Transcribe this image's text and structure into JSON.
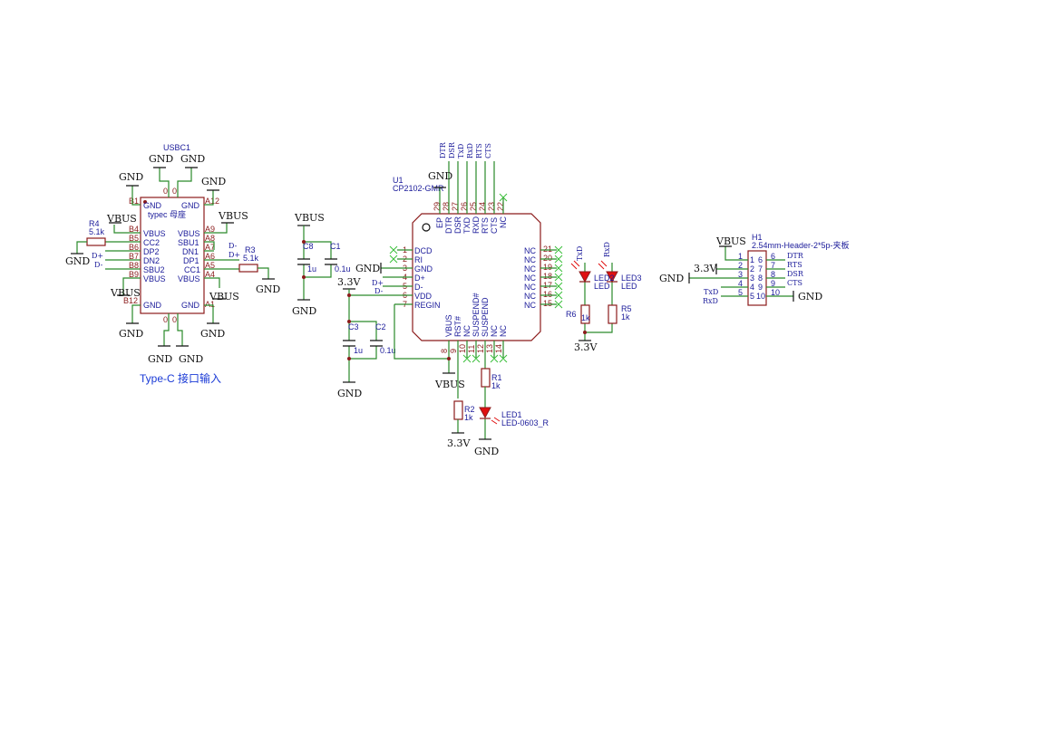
{
  "usbc": {
    "ref": "USBC1",
    "value": "typec 母座",
    "caption": "Type-C 接口输入",
    "pins_left": [
      {
        "num": "B4",
        "name": "VBUS"
      },
      {
        "num": "B5",
        "name": "CC2"
      },
      {
        "num": "B6",
        "name": "DP2"
      },
      {
        "num": "B7",
        "name": "DN2"
      },
      {
        "num": "B8",
        "name": "SBU2"
      },
      {
        "num": "B9",
        "name": "VBUS"
      }
    ],
    "pins_right": [
      {
        "num": "A9",
        "name": "VBUS"
      },
      {
        "num": "A8",
        "name": "SBU1"
      },
      {
        "num": "A7",
        "name": "DN1"
      },
      {
        "num": "A6",
        "name": "DP1"
      },
      {
        "num": "A5",
        "name": "CC1"
      },
      {
        "num": "A4",
        "name": "VBUS"
      }
    ],
    "corners": {
      "tl": "B1",
      "tr": "A12",
      "bl": "B12",
      "br": "A1",
      "gnd": "GND"
    },
    "shield": "0",
    "r4": {
      "ref": "R4",
      "value": "5.1k"
    },
    "r3": {
      "ref": "R3",
      "value": "5.1k"
    },
    "nets": {
      "dplus": "D+",
      "dminus": "D-"
    }
  },
  "power": {
    "gnd": "GND",
    "vbus": "VBUS",
    "v33": "3.3V"
  },
  "caps": [
    {
      "ref": "C8",
      "value": "1u"
    },
    {
      "ref": "C1",
      "value": "0.1u"
    },
    {
      "ref": "C3",
      "value": "1u"
    },
    {
      "ref": "C2",
      "value": "0.1u"
    }
  ],
  "u1": {
    "ref": "U1",
    "value": "CP2102-GMR",
    "top_pins": [
      {
        "num": "29",
        "name": "EP"
      },
      {
        "num": "28",
        "name": "DTR"
      },
      {
        "num": "27",
        "name": "DSR"
      },
      {
        "num": "26",
        "name": "TXD"
      },
      {
        "num": "25",
        "name": "RXD"
      },
      {
        "num": "24",
        "name": "RTS"
      },
      {
        "num": "23",
        "name": "CTS"
      },
      {
        "num": "22",
        "name": "NC"
      }
    ],
    "top_nets": [
      "DTR",
      "DSR",
      "TxD",
      "RxD",
      "RTS",
      "CTS"
    ],
    "left_pins": [
      {
        "num": "1",
        "name": "DCD"
      },
      {
        "num": "2",
        "name": "RI"
      },
      {
        "num": "3",
        "name": "GND"
      },
      {
        "num": "4",
        "name": "D+"
      },
      {
        "num": "5",
        "name": "D-"
      },
      {
        "num": "6",
        "name": "VDD"
      },
      {
        "num": "7",
        "name": "REGIN"
      }
    ],
    "right_pins": [
      {
        "num": "21",
        "name": "NC"
      },
      {
        "num": "20",
        "name": "NC"
      },
      {
        "num": "19",
        "name": "NC"
      },
      {
        "num": "18",
        "name": "NC"
      },
      {
        "num": "17",
        "name": "NC"
      },
      {
        "num": "16",
        "name": "NC"
      },
      {
        "num": "15",
        "name": "NC"
      }
    ],
    "bottom_pins": [
      {
        "num": "8",
        "name": "VBUS"
      },
      {
        "num": "9",
        "name": "RST#"
      },
      {
        "num": "10",
        "name": "NC"
      },
      {
        "num": "11",
        "name": "SUSPEND#"
      },
      {
        "num": "12",
        "name": "SUSPEND"
      },
      {
        "num": "13",
        "name": "NC"
      },
      {
        "num": "14",
        "name": "NC"
      }
    ]
  },
  "r1": {
    "ref": "R1",
    "value": "1k"
  },
  "r2": {
    "ref": "R2",
    "value": "1k"
  },
  "led1": {
    "ref": "LED1",
    "value": "LED-0603_R"
  },
  "led2": {
    "ref": "LED2",
    "value": "LED",
    "net": "TxD"
  },
  "led3": {
    "ref": "LED3",
    "value": "LED",
    "net": "RxD"
  },
  "r6": {
    "ref": "R6",
    "value": "1k"
  },
  "r5": {
    "ref": "R5",
    "value": "1k"
  },
  "h1": {
    "ref": "H1",
    "value": "2.54mm-Header-2*5p-夹板",
    "left_pins": [
      "1",
      "2",
      "3",
      "4",
      "5"
    ],
    "right_pins": [
      "6",
      "7",
      "8",
      "9",
      "10"
    ],
    "left_nets": [
      "TxD",
      "RxD"
    ],
    "right_nets": [
      "DTR",
      "RTS",
      "DSR",
      "CTS"
    ]
  },
  "colors": {
    "wire": "#2a8a2a",
    "body": "#8b1a1a",
    "text": "#1b1b9a",
    "led": "#e01010",
    "nc": "#3bbf3b"
  }
}
